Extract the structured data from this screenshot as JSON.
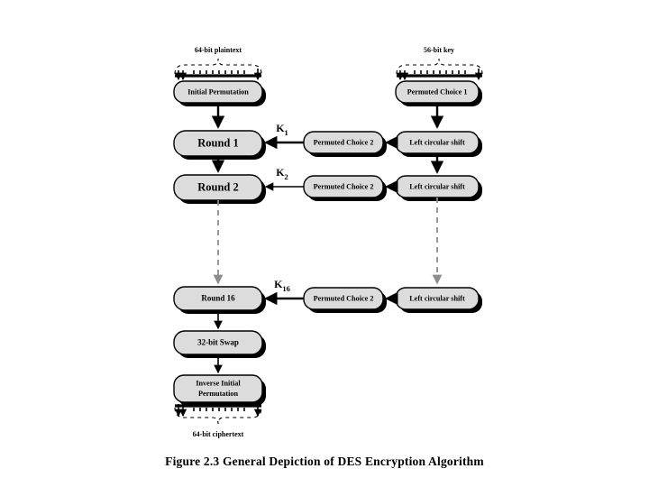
{
  "figure": {
    "caption": "Figure 2.3  General Depiction of DES Encryption Algorithm",
    "background_color": "#ffffff",
    "box_fill_color": "#dcdcdc",
    "box_stroke_color": "#000000",
    "dashed_line_color": "#8c8c8c"
  },
  "io": {
    "plaintext_label": "64-bit plaintext",
    "key_label": "56-bit key",
    "ciphertext_label": "64-bit ciphertext"
  },
  "data_path": {
    "initial_permutation": "Initial Permutation",
    "round_1": "Round 1",
    "round_2": "Round 2",
    "round_16": "Round 16",
    "swap": "32-bit Swap",
    "inverse_permutation_line1": "Inverse Initial",
    "inverse_permutation_line2": "Permutation"
  },
  "key_schedule": {
    "permuted_choice_1": "Permuted Choice 1",
    "left_circular_shift_1": "Left circular shift",
    "left_circular_shift_2": "Left circular shift",
    "left_circular_shift_16": "Left circular shift",
    "permuted_choice_2_1": "Permuted Choice 2",
    "permuted_choice_2_2": "Permuted Choice 2",
    "permuted_choice_2_16": "Permuted Choice 2"
  },
  "subkeys": {
    "k1_base": "K",
    "k1_sub": "1",
    "k2_base": "K",
    "k2_sub": "2",
    "k16_base": "K",
    "k16_sub": "16"
  },
  "chart_data": {
    "type": "diagram",
    "title": "Figure 2.3  General Depiction of DES Encryption Algorithm",
    "nodes": [
      {
        "id": "plaintext",
        "label": "64-bit plaintext",
        "kind": "io-label",
        "column": "left"
      },
      {
        "id": "ip",
        "label": "Initial Permutation",
        "kind": "process",
        "column": "left"
      },
      {
        "id": "round1",
        "label": "Round 1",
        "kind": "process",
        "column": "left"
      },
      {
        "id": "round2",
        "label": "Round 2",
        "kind": "process",
        "column": "left"
      },
      {
        "id": "round16",
        "label": "Round 16",
        "kind": "process",
        "column": "left"
      },
      {
        "id": "swap",
        "label": "32-bit Swap",
        "kind": "process",
        "column": "left"
      },
      {
        "id": "iip",
        "label": "Inverse Initial Permutation",
        "kind": "process",
        "column": "left"
      },
      {
        "id": "ciphertext",
        "label": "64-bit ciphertext",
        "kind": "io-label",
        "column": "left"
      },
      {
        "id": "key",
        "label": "56-bit key",
        "kind": "io-label",
        "column": "right"
      },
      {
        "id": "pc1",
        "label": "Permuted Choice 1",
        "kind": "process",
        "column": "right"
      },
      {
        "id": "lcs1",
        "label": "Left circular shift",
        "kind": "process",
        "column": "right"
      },
      {
        "id": "lcs2",
        "label": "Left circular shift",
        "kind": "process",
        "column": "right"
      },
      {
        "id": "lcs16",
        "label": "Left circular shift",
        "kind": "process",
        "column": "right"
      },
      {
        "id": "pc2a",
        "label": "Permuted Choice 2",
        "kind": "process",
        "column": "middle"
      },
      {
        "id": "pc2b",
        "label": "Permuted Choice 2",
        "kind": "process",
        "column": "middle"
      },
      {
        "id": "pc2c",
        "label": "Permuted Choice 2",
        "kind": "process",
        "column": "middle"
      }
    ],
    "edges": [
      {
        "from": "plaintext",
        "to": "ip",
        "style": "bus"
      },
      {
        "from": "ip",
        "to": "round1",
        "style": "solid"
      },
      {
        "from": "round1",
        "to": "round2",
        "style": "solid"
      },
      {
        "from": "round2",
        "to": "round16",
        "style": "dashed"
      },
      {
        "from": "round16",
        "to": "swap",
        "style": "solid"
      },
      {
        "from": "swap",
        "to": "iip",
        "style": "solid"
      },
      {
        "from": "iip",
        "to": "ciphertext",
        "style": "bus"
      },
      {
        "from": "key",
        "to": "pc1",
        "style": "bus"
      },
      {
        "from": "pc1",
        "to": "lcs1",
        "style": "solid"
      },
      {
        "from": "lcs1",
        "to": "lcs2",
        "style": "solid"
      },
      {
        "from": "lcs2",
        "to": "lcs16",
        "style": "dashed"
      },
      {
        "from": "lcs1",
        "to": "pc2a",
        "style": "solid"
      },
      {
        "from": "lcs2",
        "to": "pc2b",
        "style": "solid"
      },
      {
        "from": "lcs16",
        "to": "pc2c",
        "style": "solid"
      },
      {
        "from": "pc2a",
        "to": "round1",
        "style": "solid",
        "label": "K1"
      },
      {
        "from": "pc2b",
        "to": "round2",
        "style": "solid",
        "label": "K2"
      },
      {
        "from": "pc2c",
        "to": "round16",
        "style": "solid",
        "label": "K16"
      }
    ]
  }
}
